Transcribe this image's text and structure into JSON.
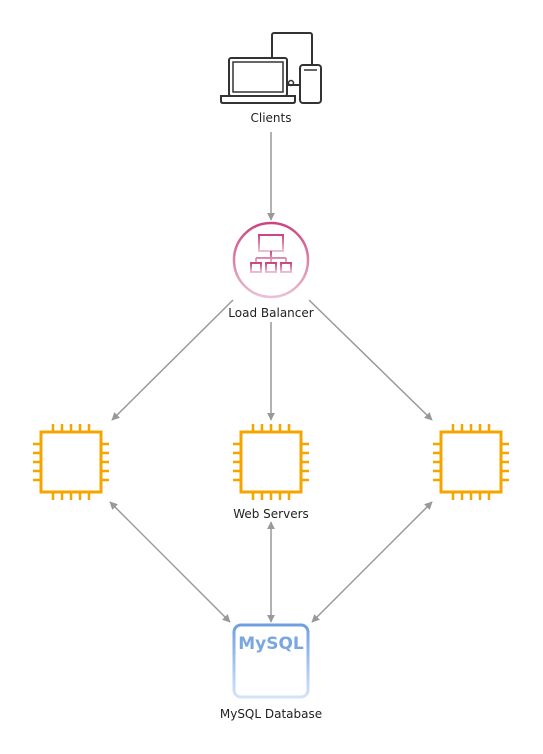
{
  "nodes": {
    "clients": {
      "label": "Clients",
      "icon": "devices-icon"
    },
    "load_balancer": {
      "label": "Load Balancer",
      "icon": "load-balancer-icon"
    },
    "web_servers": {
      "label": "Web Servers",
      "icon": "server-chip-icon",
      "count": 3
    },
    "database": {
      "label": "MySQL Database",
      "icon": "mysql-database-icon",
      "logo_text": "MySQL"
    }
  },
  "edges": [
    {
      "from": "Clients",
      "to": "Load Balancer",
      "direction": "one-way"
    },
    {
      "from": "Load Balancer",
      "to": "Web Server 1",
      "direction": "one-way"
    },
    {
      "from": "Load Balancer",
      "to": "Web Server 2",
      "direction": "one-way"
    },
    {
      "from": "Load Balancer",
      "to": "Web Server 3",
      "direction": "one-way"
    },
    {
      "from": "Web Server 1",
      "to": "MySQL Database",
      "direction": "two-way"
    },
    {
      "from": "Web Server 2",
      "to": "MySQL Database",
      "direction": "two-way"
    },
    {
      "from": "Web Server 3",
      "to": "MySQL Database",
      "direction": "two-way"
    }
  ],
  "colors": {
    "devices": "#333333",
    "load_balancer": "#cc4480",
    "server_chip": "#f5a500",
    "database": "#7aa7e0",
    "arrow": "#999999"
  }
}
